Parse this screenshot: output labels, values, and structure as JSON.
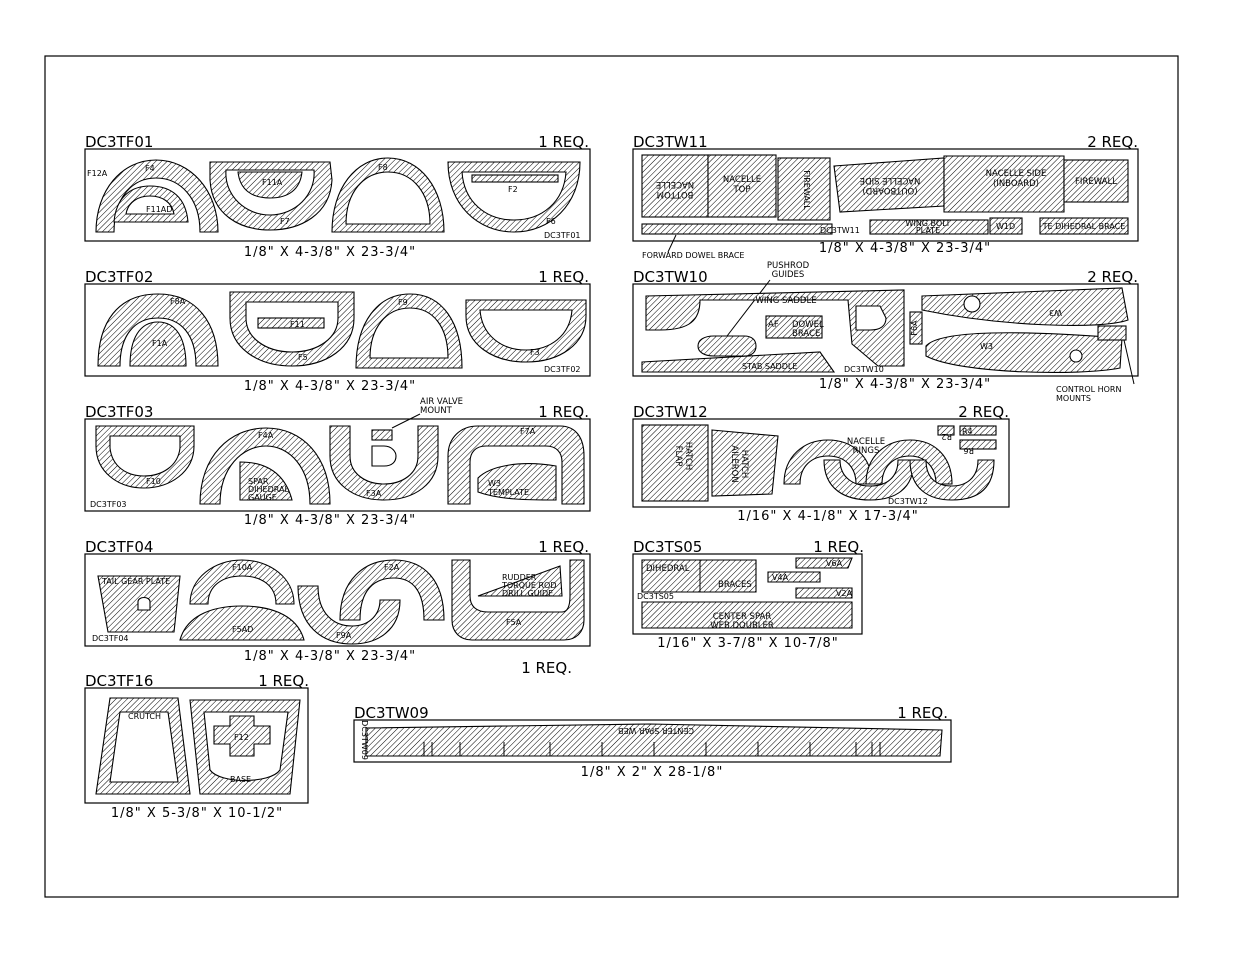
{
  "sheets": {
    "tf01": {
      "title": "DC3TF01",
      "req": "1 REQ.",
      "dim": "1/8\" X 4-3/8\" X 23-3/4\"",
      "tag": "DC3TF01",
      "parts": {
        "f12a": "F12A",
        "f4": "F4",
        "f11ad": "F11AD",
        "f11a": "F11A",
        "f7": "F7",
        "f8": "F8",
        "f2": "F2",
        "f6": "F6"
      }
    },
    "tf02": {
      "title": "DC3TF02",
      "req": "1 REQ.",
      "dim": "1/8\" X 4-3/8\" X 23-3/4\"",
      "tag": "DC3TF02",
      "parts": {
        "f8a": "F8A",
        "f1a": "F1A",
        "f11": "F11",
        "f5": "F5",
        "f9": "F9",
        "f3": "F3"
      }
    },
    "tf03": {
      "title": "DC3TF03",
      "req": "1 REQ.",
      "dim": "1/8\" X 4-3/8\" X 23-3/4\"",
      "tag": "DC3TF03",
      "parts": {
        "f10": "F10",
        "f4a": "F4A",
        "spar_gauge_1": "SPAR",
        "spar_gauge_2": "DIHEDRAL",
        "spar_gauge_3": "GAUGE",
        "f3a": "F3A",
        "f7a": "F7A",
        "w3_template_1": "W3",
        "w3_template_2": "TEMPLATE",
        "air_valve_1": "AIR VALVE",
        "air_valve_2": "MOUNT"
      }
    },
    "tf04": {
      "title": "DC3TF04",
      "req": "1 REQ.",
      "dim": "1/8\" X 4-3/8\" X 23-3/4\"",
      "tag": "DC3TF04",
      "parts": {
        "tail_gear": "TAIL GEAR PLATE",
        "f10a": "F10A",
        "f5ad": "F5AD",
        "f9a": "F9A",
        "f2a": "F2A",
        "rudder_1": "RUDDER",
        "rudder_2": "TORQUE ROD",
        "rudder_3": "DRILL GUIDE",
        "f5a": "F5A"
      }
    },
    "loose_req": "1 REQ.",
    "tf16": {
      "title": "DC3TF16",
      "req": "1 REQ.",
      "dim": "1/8\" X 5-3/8\" X 10-1/2\"",
      "parts": {
        "crutch": "CRUTCH",
        "f12": "F12",
        "base": "BASE"
      }
    },
    "tw09": {
      "title": "DC3TW09",
      "req": "1 REQ.",
      "dim": "1/8\" X 2\" X 28-1/8\"",
      "tag": "DC3TW09",
      "parts": {
        "center_spar_web": "CENTER SPAR WEB"
      }
    },
    "tw11": {
      "title": "DC3TW11",
      "req": "2 REQ.",
      "dim": "1/8\" X 4-3/8\" X 23-3/4\"",
      "tag": "DC3TW11",
      "parts": {
        "nac_bottom_1": "NACELLE",
        "nac_bottom_2": "BOTTOM",
        "nac_top_1": "NACELLE",
        "nac_top_2": "TOP",
        "firewall_v": "FIREWALL",
        "nac_out_1": "NACELLE SIDE",
        "nac_out_2": "(OUTBOARD)",
        "nac_in_1": "NACELLE SIDE",
        "nac_in_2": "(INBOARD)",
        "firewall": "FIREWALL",
        "wing_bolt_1": "WING BOLT",
        "wing_bolt_2": "PLATE",
        "w1d": "W1D",
        "te_brace": "TE DIHEDRAL BRACE",
        "fwd_dowel": "FORWARD DOWEL BRACE"
      }
    },
    "tw10": {
      "title": "DC3TW10",
      "req": "2 REQ.",
      "dim": "1/8\" X 4-3/8\" X 23-3/4\"",
      "tag": "DC3TW10",
      "parts": {
        "pushrod_1": "PUSHROD",
        "pushrod_2": "GUIDES",
        "wing_saddle": "WING SADDLE",
        "af": "AF",
        "dowel_1": "DOWEL",
        "dowel_2": "BRACE",
        "f6a": "F6A",
        "stab_saddle": "STAB SADDLE",
        "w3a": "W3",
        "w3b": "W3",
        "horn_1": "CONTROL HORN",
        "horn_2": "MOUNTS"
      }
    },
    "tw12": {
      "title": "DC3TW12",
      "req": "2 REQ.",
      "dim": "1/16\" X 4-1/8\" X 17-3/4\"",
      "tag": "DC3TW12",
      "parts": {
        "flap_1": "FLAP",
        "flap_2": "HATCH",
        "aileron_1": "AILERON",
        "aileron_2": "HATCH",
        "rings_1": "NACELLE",
        "rings_2": "RINGS",
        "r2": "R2",
        "r4": "R4",
        "r6": "R6"
      }
    },
    "ts05": {
      "title": "DC3TS05",
      "req": "1 REQ.",
      "dim": "1/16\" X 3-7/8\" X 10-7/8\"",
      "tag": "DC3TS05",
      "parts": {
        "dihedral": "DIHEDRAL",
        "braces": "BRACES",
        "v4a": "V4A",
        "v6a": "V6A",
        "v2a": "V2A",
        "csw_1": "CENTER SPAR",
        "csw_2": "WEB DOUBLER"
      }
    }
  }
}
